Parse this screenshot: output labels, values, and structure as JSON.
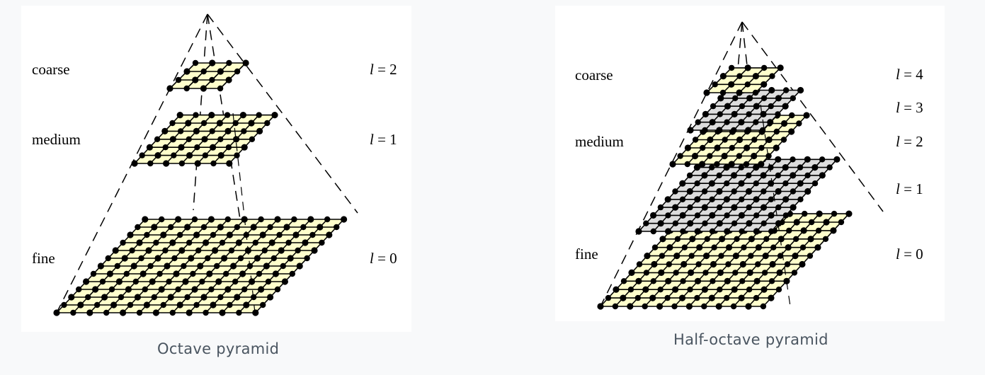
{
  "octave": {
    "caption": "Octave pyramid",
    "levels": [
      {
        "name": "coarse",
        "l_var": "l",
        "l_val": "= 2",
        "grid": 4,
        "color": "#ffffcc"
      },
      {
        "name": "medium",
        "l_var": "l",
        "l_val": "= 1",
        "grid": 7,
        "color": "#ffffcc"
      },
      {
        "name": "fine",
        "l_var": "l",
        "l_val": "= 0",
        "grid": 13,
        "color": "#ffffcc"
      }
    ]
  },
  "half_octave": {
    "caption": "Half-octave pyramid",
    "row_labels": [
      "coarse",
      "medium",
      "fine"
    ],
    "levels": [
      {
        "l_var": "l",
        "l_val": "= 4",
        "color": "#ffffcc"
      },
      {
        "l_var": "l",
        "l_val": "= 3",
        "color": "#dddddd"
      },
      {
        "l_var": "l",
        "l_val": "= 2",
        "color": "#ffffcc"
      },
      {
        "l_var": "l",
        "l_val": "= 1",
        "color": "#dddddd"
      },
      {
        "l_var": "l",
        "l_val": "= 0",
        "color": "#ffffcc"
      }
    ]
  }
}
